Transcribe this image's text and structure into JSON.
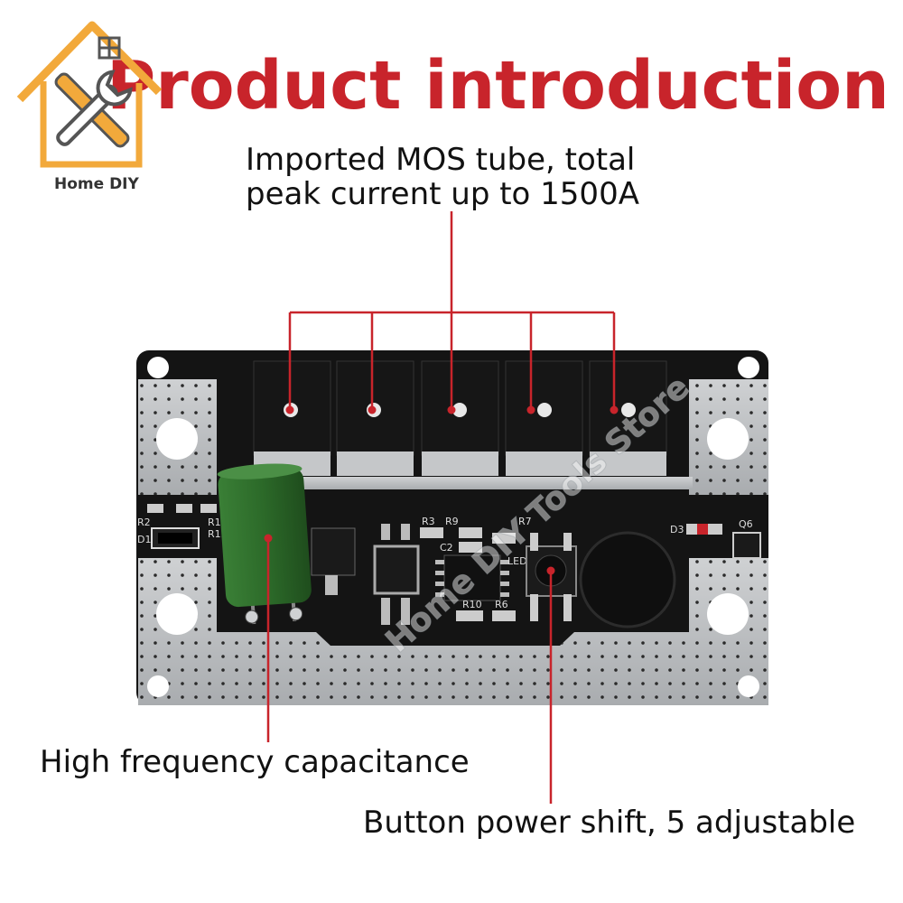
{
  "title": "Product introduction",
  "logo": {
    "text": "Home DIY",
    "icon": "house-wrench-icon"
  },
  "callouts": {
    "mos": [
      "Imported MOS tube, total",
      "peak current up to 1500A"
    ],
    "capacitor": "High frequency capacitance",
    "button": "Button power shift, 5 adjustable"
  },
  "watermark": "Home DIY Tools Store",
  "board_labels": {
    "r2": "R2",
    "d1": "D1",
    "r11": "R11",
    "r12": "R12",
    "r3": "R3",
    "r9": "R9",
    "c2": "C2",
    "r7": "R7",
    "led": "LED",
    "r10": "R10",
    "r6": "R6",
    "d3": "D3",
    "q6": "Q6"
  },
  "colors": {
    "accent_red": "#c8242b",
    "board_black": "#141414",
    "pad_silver": "#b9bcbf",
    "capacitor_green": "#2f6b2c",
    "logo_orange": "#f2a93b"
  }
}
